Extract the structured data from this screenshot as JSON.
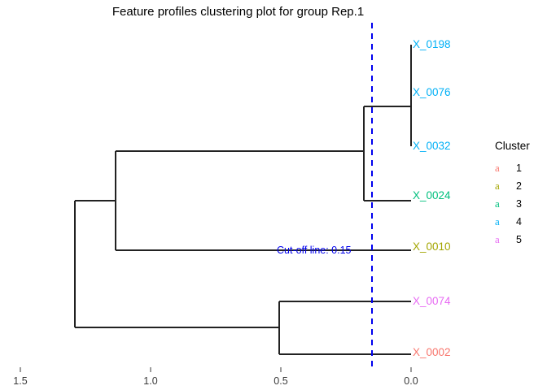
{
  "title": "Feature profiles clustering plot for group Rep.1",
  "cutoff": {
    "label": "Cut-off line: 0.15",
    "value": 0.15,
    "color": "#0000EE"
  },
  "legend": {
    "title": "Cluster",
    "key_glyph": "a",
    "items": [
      {
        "label": "1",
        "color": "#F8766D"
      },
      {
        "label": "2",
        "color": "#A3A500"
      },
      {
        "label": "3",
        "color": "#00BF7D"
      },
      {
        "label": "4",
        "color": "#00B0F6"
      },
      {
        "label": "5",
        "color": "#E76BF3"
      }
    ]
  },
  "axis": {
    "ticks": [
      "1.5",
      "1.0",
      "0.5",
      "0.0"
    ],
    "tick_values": [
      1.5,
      1.0,
      0.5,
      0.0
    ],
    "label": ""
  },
  "chart_data": {
    "type": "dendrogram",
    "title": "Feature profiles clustering plot for group Rep.1",
    "xlabel": "",
    "ylabel": "",
    "xlim": [
      1.5,
      0.0
    ],
    "x_reversed": true,
    "grid": false,
    "legend_position": "right",
    "cutoff_height": 0.15,
    "leaves": [
      {
        "name": "X_0198",
        "cluster": 4,
        "color": "#00B0F6",
        "order": 1
      },
      {
        "name": "X_0076",
        "cluster": 4,
        "color": "#00B0F6",
        "order": 2
      },
      {
        "name": "X_0032",
        "cluster": 4,
        "color": "#00B0F6",
        "order": 3
      },
      {
        "name": "X_0024",
        "cluster": 3,
        "color": "#00BF7D",
        "order": 4
      },
      {
        "name": "X_0010",
        "cluster": 2,
        "color": "#A3A500",
        "order": 5
      },
      {
        "name": "X_0074",
        "cluster": 5,
        "color": "#E76BF3",
        "order": 6
      },
      {
        "name": "X_0002",
        "cluster": 1,
        "color": "#F8766D",
        "order": 7
      }
    ],
    "merges": [
      {
        "id": "m1",
        "height": 0.0,
        "children": [
          "X_0198",
          "X_0032"
        ]
      },
      {
        "id": "m2",
        "height": 0.18,
        "children": [
          "m1",
          "X_0024"
        ]
      },
      {
        "id": "m3",
        "height": 1.13,
        "children": [
          "m2",
          "X_0010"
        ]
      },
      {
        "id": "m4",
        "height": 0.51,
        "children": [
          "X_0074",
          "X_0002"
        ]
      },
      {
        "id": "m5",
        "height": 1.29,
        "children": [
          "m3",
          "m4"
        ]
      }
    ]
  }
}
